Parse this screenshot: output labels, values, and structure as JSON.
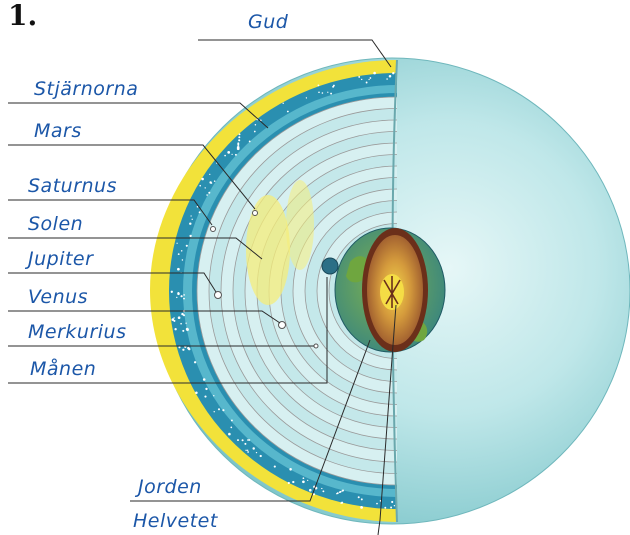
{
  "figure": {
    "number": "1.",
    "labels": {
      "gud": "Gud",
      "stjarnorna": "Stjärnorna",
      "mars": "Mars",
      "saturnus": "Saturnus",
      "solen": "Solen",
      "jupiter": "Jupiter",
      "venus": "Venus",
      "merkurius": "Merkurius",
      "manen": "Månen",
      "jorden": "Jorden",
      "helvetet": "Helvetet"
    }
  },
  "colors": {
    "label_text": "#1c57a8",
    "leader_line": "#2a2a2a",
    "outer_shell": "#f2e23a",
    "star_band": "#2a8fb0",
    "sphere_light": "#c9ecee",
    "sphere_mid": "#8fd0d3",
    "sphere_dark": "#63b4ba",
    "earth_green": "#5f9c3a",
    "hell_brown": "#a3552c"
  }
}
